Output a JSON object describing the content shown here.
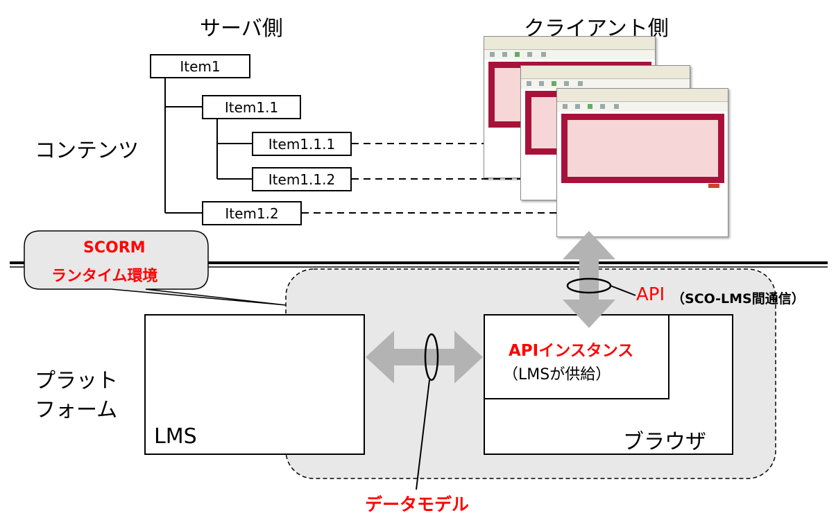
{
  "headings": {
    "server": "サーバ側",
    "client": "クライアント側"
  },
  "side_labels": {
    "contents": "コンテンツ",
    "platform_line1": "プラット",
    "platform_line2": "フォーム"
  },
  "tree": {
    "item1": "Item1",
    "item1_1": "Item1.1",
    "item1_1_1": "Item1.1.1",
    "item1_1_2": "Item1.1.2",
    "item1_2": "Item1.2"
  },
  "callout": {
    "line1": "SCORM",
    "line2": "ランタイム環境"
  },
  "lms": {
    "label": "LMS"
  },
  "browser": {
    "label": "ブラウザ"
  },
  "api_instance": {
    "title": "APIインスタンス",
    "subtitle": "（LMSが供給）"
  },
  "api": {
    "label": "API",
    "note": "（SCO-LMS間通信）"
  },
  "data_model": {
    "label": "データモデル"
  },
  "colors": {
    "accent": "#ff0000",
    "arrow": "#b3b3b3",
    "env_fill": "#e8e8e8",
    "screenshot_frame": "#a8123a"
  }
}
